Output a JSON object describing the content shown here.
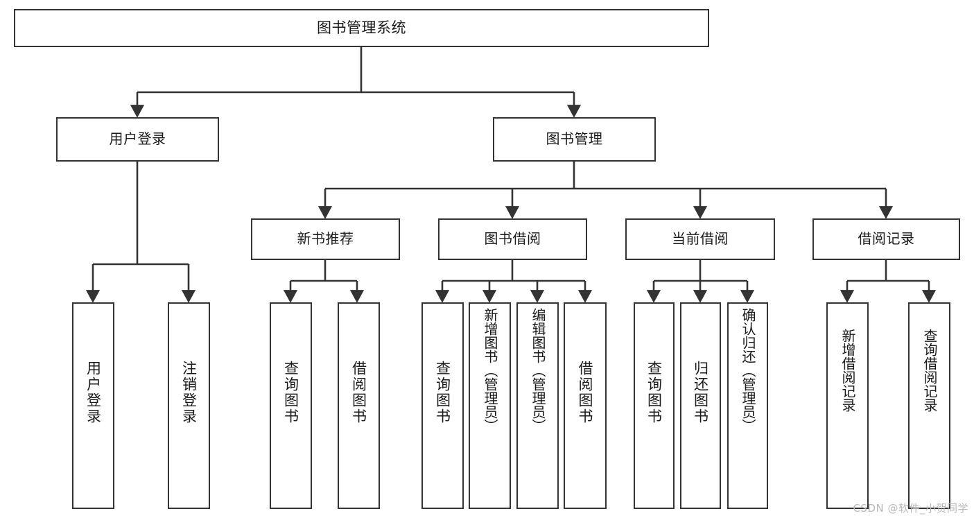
{
  "diagram": {
    "title": "图书管理系统",
    "type": "tree-hierarchy",
    "watermark": "CSDN @软件_小贺同学",
    "colors": {
      "box_border": "#333333",
      "box_fill": "#ffffff",
      "edge": "#333333",
      "text": "#1a1a1a",
      "watermark": "#b9b9b9",
      "background": "#ffffff"
    },
    "nodes": {
      "root": {
        "label": "图书管理系统"
      },
      "level1": [
        {
          "id": "user-login",
          "label": "用户登录"
        },
        {
          "id": "book-management",
          "label": "图书管理"
        }
      ],
      "level2": [
        {
          "id": "new-book-recommend",
          "label": "新书推荐"
        },
        {
          "id": "book-borrow",
          "label": "图书借阅"
        },
        {
          "id": "current-borrow",
          "label": "当前借阅"
        },
        {
          "id": "borrow-record",
          "label": "借阅记录"
        }
      ],
      "leaves": {
        "user_login": [
          {
            "id": "leaf-user-login",
            "label": "用户登录"
          },
          {
            "id": "leaf-user-logout",
            "label": "注销登录"
          }
        ],
        "new_book_recommend": [
          {
            "id": "leaf-query-book-1",
            "label": "查询图书"
          },
          {
            "id": "leaf-borrow-book-1",
            "label": "借阅图书"
          }
        ],
        "book_borrow": [
          {
            "id": "leaf-query-book-2",
            "label": "查询图书"
          },
          {
            "id": "leaf-add-book",
            "label": "新增图书（管理员）"
          },
          {
            "id": "leaf-edit-book",
            "label": "编辑图书（管理员）"
          },
          {
            "id": "leaf-borrow-book-2",
            "label": "借阅图书"
          }
        ],
        "current_borrow": [
          {
            "id": "leaf-query-book-3",
            "label": "查询图书"
          },
          {
            "id": "leaf-return-book",
            "label": "归还图书"
          },
          {
            "id": "leaf-confirm-return",
            "label": "确认归还（管理员）"
          }
        ],
        "borrow_record": [
          {
            "id": "leaf-add-record",
            "label": "新增借阅记录"
          },
          {
            "id": "leaf-query-record",
            "label": "查询借阅记录"
          }
        ]
      }
    }
  }
}
